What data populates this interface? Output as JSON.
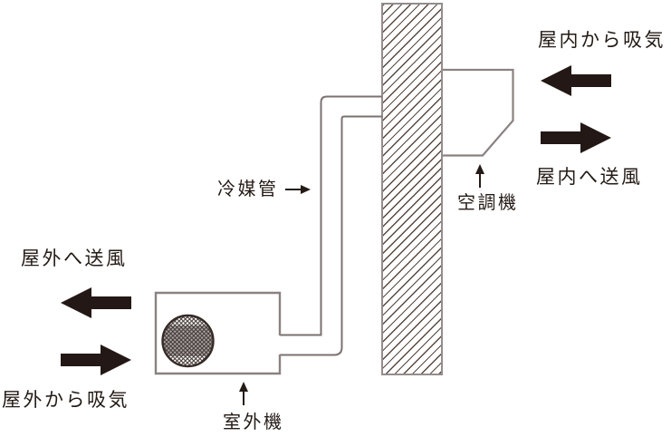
{
  "diagram_type": "air-conditioning airflow schematic",
  "labels": {
    "indoor_intake": "屋内から吸気",
    "indoor_supply": "屋内へ送風",
    "outdoor_supply": "屋外へ送風",
    "outdoor_intake": "屋外から吸気",
    "refrigerant_pipe": "冷媒管",
    "air_conditioner": "空調機",
    "outdoor_unit": "室外機"
  },
  "icons": {
    "indoor_intake_arrow": "block-arrow-left",
    "indoor_supply_arrow": "block-arrow-right",
    "outdoor_supply_arrow": "block-arrow-left",
    "outdoor_intake_arrow": "block-arrow-right",
    "air_conditioner_pointer": "thin-arrow-up",
    "outdoor_unit_pointer": "thin-arrow-up",
    "refrigerant_pipe_pointer": "thin-arrow-right"
  },
  "colors": {
    "background": "#ffffff",
    "text": "#241b16",
    "arrow": "#231815",
    "outline": "#8a8281",
    "pipe": "#7b7170",
    "wall-border": "#948d8c",
    "hatch": "#57493f",
    "mesh": "#3f3430",
    "fan-band": "#a9a5a4",
    "fan-outline": "#352a26"
  }
}
